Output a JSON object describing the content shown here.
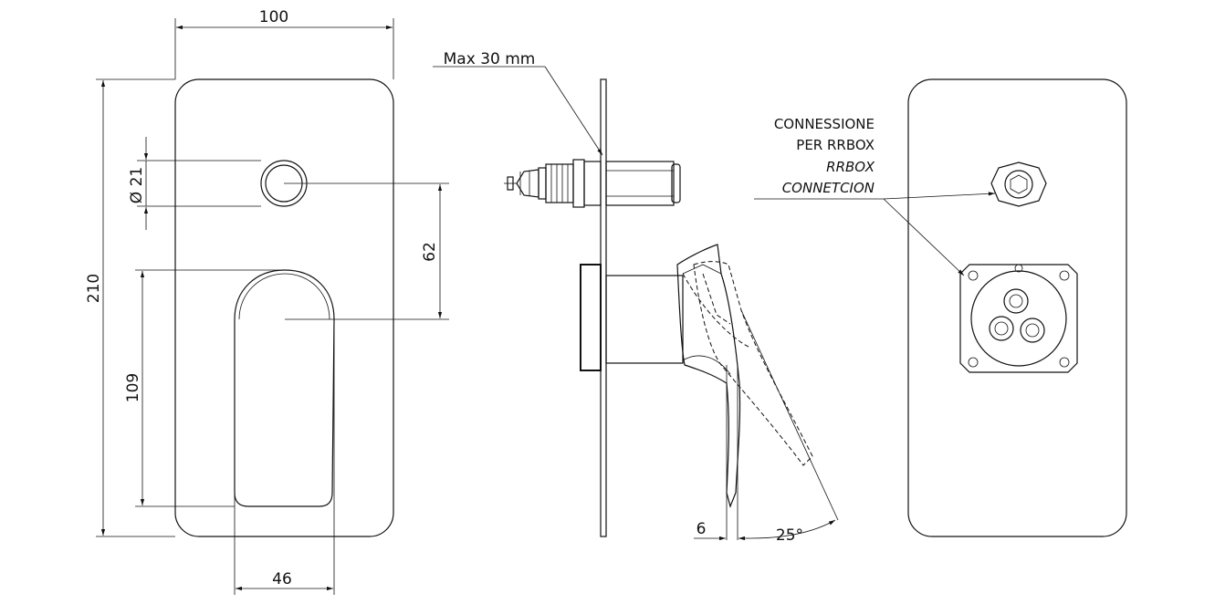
{
  "dimensions": {
    "overall_width": "100",
    "overall_height": "210",
    "knob_diameter": "Ø 21",
    "knob_to_handle_distance": "62",
    "handle_height": "109",
    "handle_width": "46",
    "max_depth": "Max 30 mm",
    "lever_offset": "6",
    "lever_angle": "25°"
  },
  "notes": {
    "connection_it_1": "CONNESSIONE",
    "connection_it_2": "PER RRBOX",
    "connection_en_1": "RRBOX",
    "connection_en_2": "CONNETCION"
  }
}
